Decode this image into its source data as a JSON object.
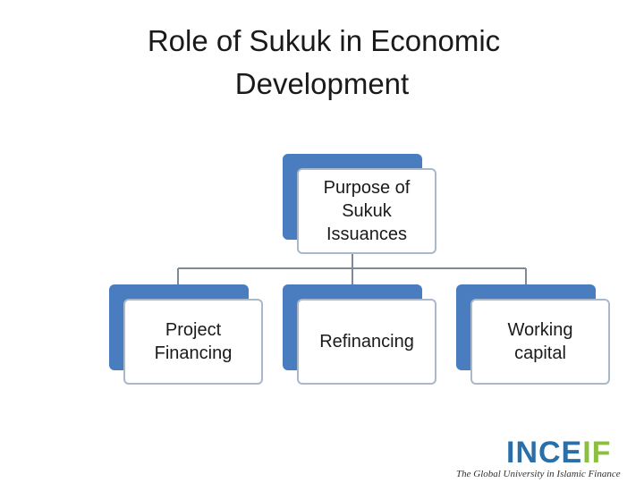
{
  "title": {
    "line1": "Role of Sukuk in Economic",
    "line2": "Development"
  },
  "diagram": {
    "root": {
      "label": "Purpose of\nSukuk\nIssuances"
    },
    "children": [
      {
        "label": "Project\nFinancing"
      },
      {
        "label": "Refinancing"
      },
      {
        "label": "Working\ncapital"
      }
    ]
  },
  "colors": {
    "box_shadow": "#4a7cc0",
    "box_border": "#aab8cc",
    "connector": "#7f8a99"
  },
  "logo": {
    "name_part1": "INCE",
    "name_part2": "IF",
    "tagline": "The Global University in Islamic Finance"
  }
}
